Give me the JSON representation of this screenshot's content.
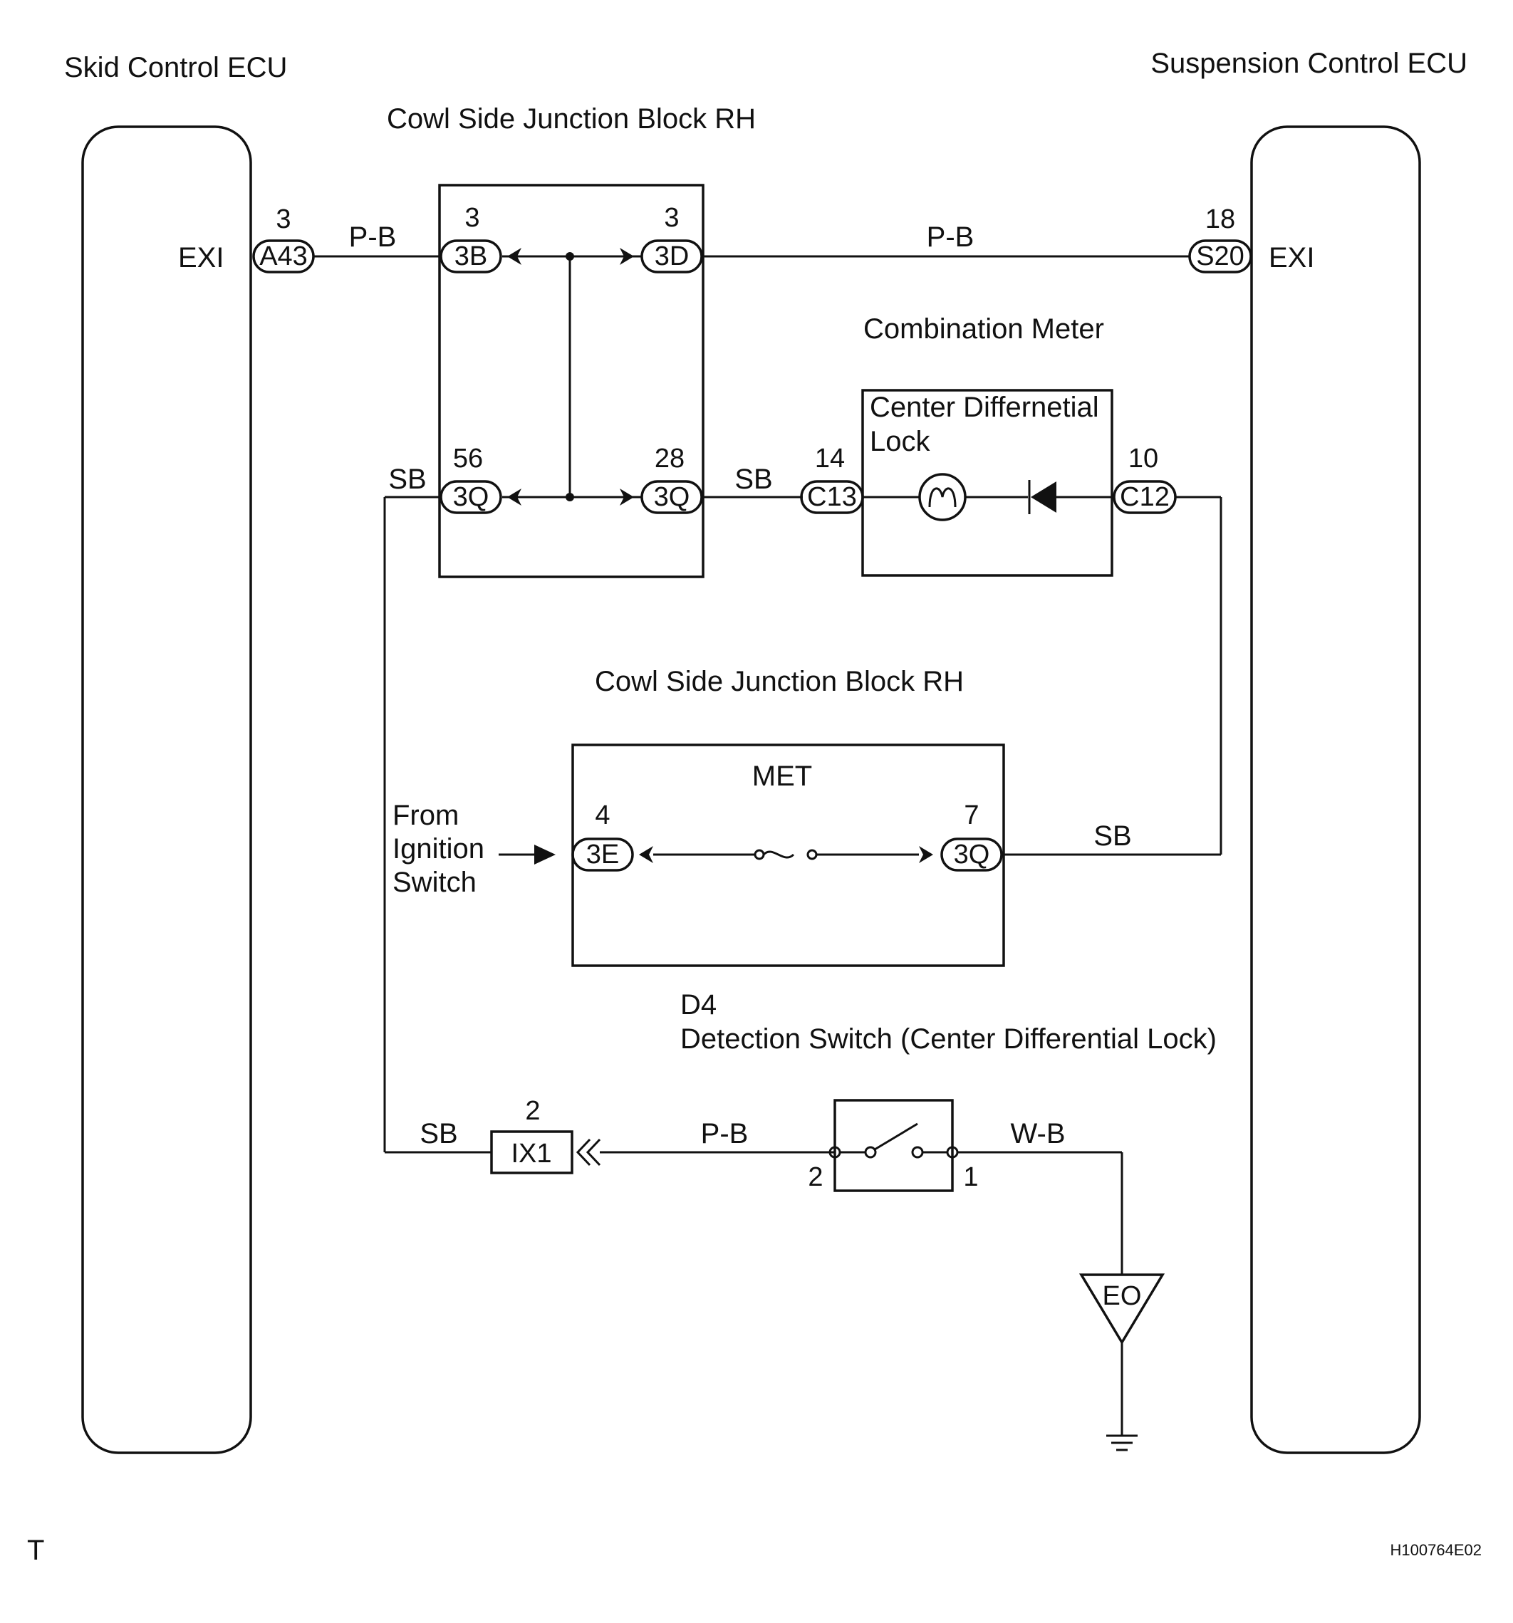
{
  "ecus": {
    "skid": {
      "title": "Skid Control ECU",
      "terminal": "EXI",
      "connector": "A43",
      "pin": "3"
    },
    "suspension": {
      "title": "Suspension Control ECU",
      "terminal": "EXI",
      "connector": "S20",
      "pin": "18"
    }
  },
  "junction_block_top": {
    "title": "Cowl Side Junction Block RH",
    "connectors": [
      {
        "pin": "3",
        "label": "3B"
      },
      {
        "pin": "3",
        "label": "3D"
      },
      {
        "pin": "56",
        "label": "3Q"
      },
      {
        "pin": "28",
        "label": "3Q"
      }
    ]
  },
  "combination_meter": {
    "title": "Combination Meter",
    "inner_title_line1": "Center Differnetial",
    "inner_title_line2": "Lock",
    "connectors": [
      {
        "pin": "14",
        "label": "C13"
      },
      {
        "pin": "10",
        "label": "C12"
      }
    ]
  },
  "junction_block_bottom": {
    "title": "Cowl Side Junction Block RH",
    "fuse_label": "MET",
    "connectors": [
      {
        "pin": "4",
        "label": "3E"
      },
      {
        "pin": "7",
        "label": "3Q"
      }
    ],
    "source_line1": "From",
    "source_line2": "Ignition",
    "source_line3": "Switch"
  },
  "detection_switch": {
    "code": "D4",
    "title": "Detection Switch (Center Differential Lock)",
    "pin_left": "2",
    "pin_right": "1"
  },
  "junction_connector": {
    "label": "IX1",
    "pin": "2"
  },
  "ground": {
    "label": "EO"
  },
  "wires": {
    "a43_to_3b": "P-B",
    "3d_to_s20": "P-B",
    "left_sb": "SB",
    "3q_to_c13": "SB",
    "met_to_c12": "SB",
    "sb_to_ix1": "SB",
    "ix1_to_switch": "P-B",
    "switch_to_ground": "W-B"
  },
  "footer": {
    "left": "T",
    "right": "H100764E02"
  }
}
